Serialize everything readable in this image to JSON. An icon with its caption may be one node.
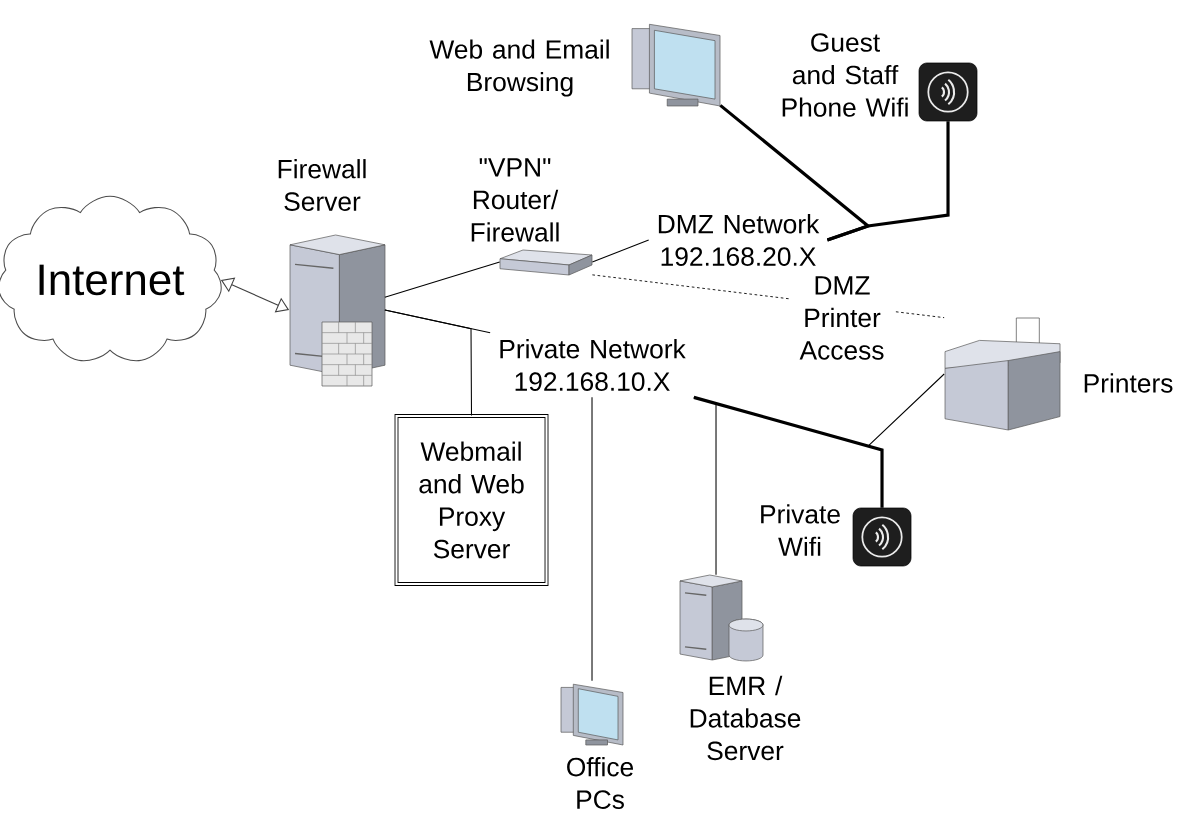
{
  "diagram": {
    "nodes": [
      {
        "text": [
          "Internet"
        ]
      },
      {
        "text": [
          "Firewall Server"
        ]
      },
      {
        "text": [
          "\"VPN\" Router/ Firewall"
        ]
      },
      {
        "text": [
          "DMZ Network 192.168.20.X"
        ]
      },
      {
        "text": [
          "Web and Email Browsing"
        ]
      },
      {
        "text": [
          "Guest and Staff Phone Wifi"
        ]
      },
      {
        "text": [
          "Printers"
        ]
      },
      {
        "text": [
          "Private Network 192.168.10.X"
        ]
      },
      {
        "text": [
          "Webmail and Web Proxy Server"
        ]
      },
      {
        "text": [
          "Private Wifi"
        ]
      },
      {
        "text": [
          "EMR / Database Server"
        ]
      },
      {
        "text": [
          "Office PCs"
        ]
      }
    ],
    "edges": [
      {
        "from": 0,
        "to": 1,
        "arrow": "both"
      },
      {
        "from": 1,
        "to": 2,
        "arrow": "none"
      },
      {
        "from": 2,
        "to": 3,
        "arrow": "none"
      },
      {
        "from": 3,
        "to": 4,
        "arrow": "none",
        "style": "thick"
      },
      {
        "from": 3,
        "to": 5,
        "arrow": "none",
        "style": "thick"
      },
      {
        "from": 2,
        "to": 6,
        "arrow": "none",
        "style": "dashed",
        "label": "DMZ Printer Access"
      },
      {
        "from": 1,
        "to": 7,
        "arrow": "none"
      },
      {
        "from": 1,
        "to": 8,
        "arrow": "none"
      },
      {
        "from": 7,
        "to": 11,
        "arrow": "none"
      },
      {
        "from": 7,
        "to": 10,
        "arrow": "none"
      },
      {
        "from": 7,
        "to": 9,
        "arrow": "none",
        "style": "thick"
      },
      {
        "from": 7,
        "to": 6,
        "arrow": "none"
      }
    ]
  }
}
